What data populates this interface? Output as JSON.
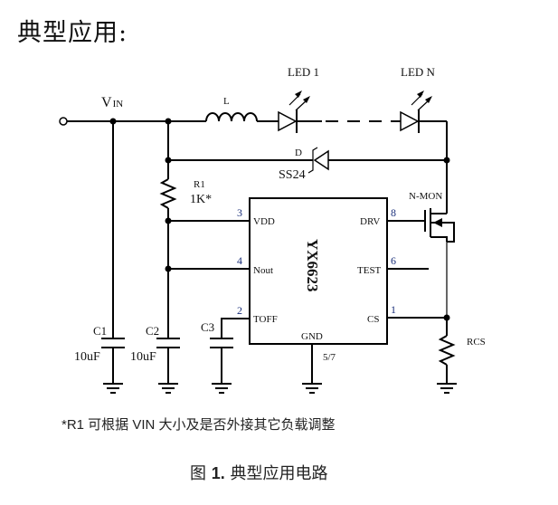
{
  "heading": "典型应用:",
  "schematic": {
    "vin_label": "V",
    "vin_sub": "IN",
    "inductor_label": "L",
    "led1_label": "LED 1",
    "ledn_label": "LED N",
    "diode_label": "D",
    "diode_part": "SS24",
    "r1_label": "R1",
    "r1_value": "1K*",
    "c1_label": "C1",
    "c1_value": "10uF",
    "c2_label": "C2",
    "c2_value": "10uF",
    "c3_label": "C3",
    "mosfet_label": "N-MON",
    "rcs_label": "RCS",
    "ic": {
      "name": "YX6623",
      "gnd_label": "GND",
      "gnd_pins": "5/7",
      "pins_left": [
        {
          "num": "3",
          "name": "VDD"
        },
        {
          "num": "4",
          "name": "Nout"
        },
        {
          "num": "2",
          "name": "TOFF"
        }
      ],
      "pins_right": [
        {
          "num": "8",
          "name": "DRV"
        },
        {
          "num": "6",
          "name": "TEST"
        },
        {
          "num": "1",
          "name": "CS"
        }
      ]
    }
  },
  "note": "*R1 可根据 VIN 大小及是否外接其它负载调整",
  "caption": {
    "prefix": "图",
    "number": "1.",
    "title": "典型应用电路"
  }
}
